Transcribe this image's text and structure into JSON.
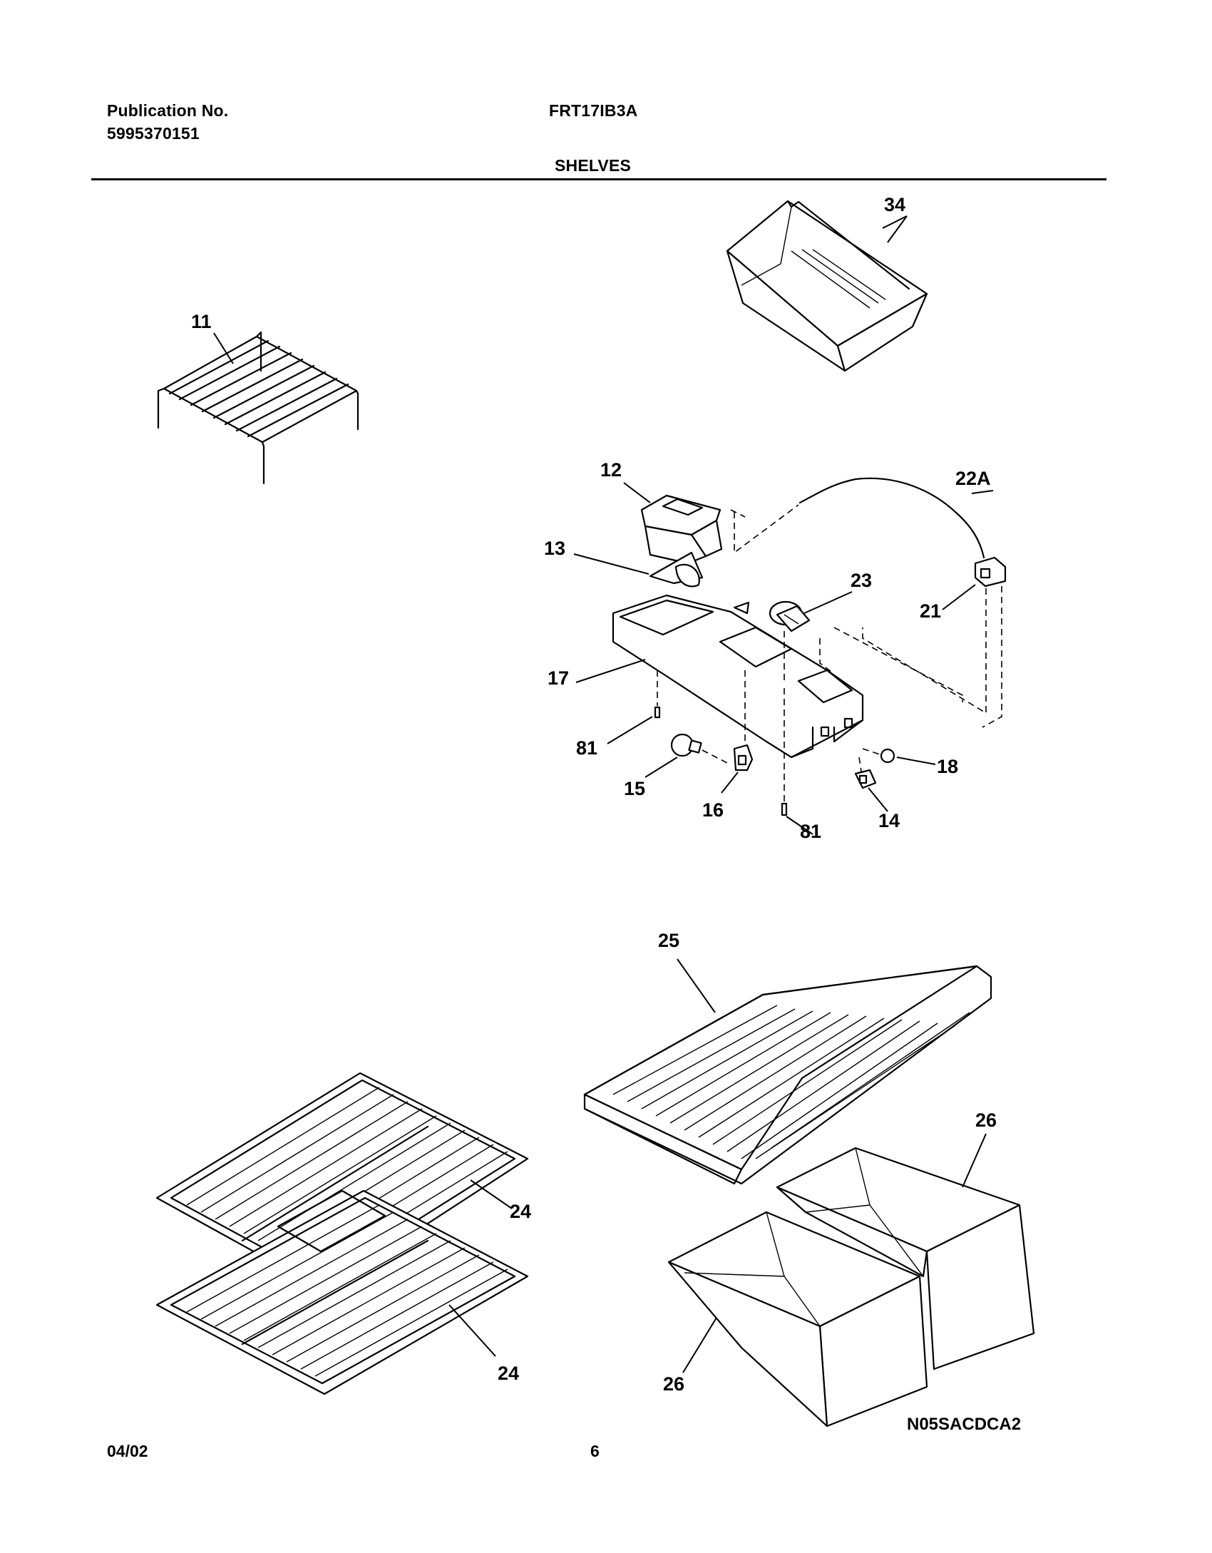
{
  "header": {
    "publication_label": "Publication No.",
    "publication_number": "5995370151",
    "model": "FRT17IB3A",
    "section_title": "SHELVES"
  },
  "diagram": {
    "callouts": [
      "11",
      "34",
      "12",
      "13",
      "22A",
      "23",
      "21",
      "17",
      "81",
      "15",
      "16",
      "18",
      "14",
      "81",
      "25",
      "26",
      "24",
      "24",
      "26"
    ],
    "drawing_code": "N05SACDCA2"
  },
  "footer": {
    "date": "04/02",
    "page_number": "6"
  }
}
